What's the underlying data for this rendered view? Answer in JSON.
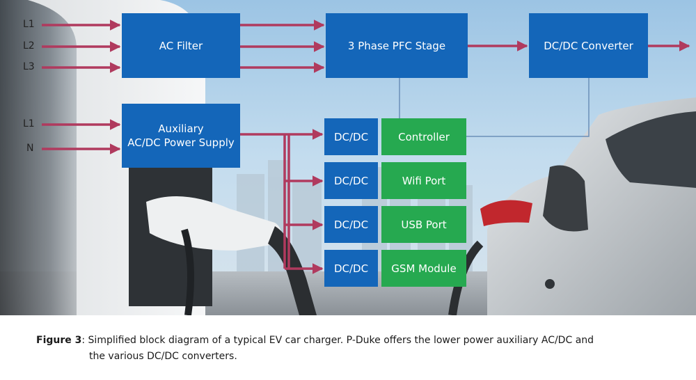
{
  "colors": {
    "block_blue": "#1466b9",
    "block_green": "#26a950",
    "wire": "#b03a5e",
    "thin_wire": "#6b8fb8"
  },
  "inputs": {
    "l1_top": "L1",
    "l2": "L2",
    "l3": "L3",
    "l1_aux": "L1",
    "n": "N"
  },
  "blocks": {
    "ac_filter": "AC Filter",
    "pfc": "3 Phase PFC Stage",
    "dcdc_converter": "DC/DC Converter",
    "aux_line1": "Auxiliary",
    "aux_line2": "AC/DC Power Supply",
    "controller": "Controller",
    "wifi": "Wifi Port",
    "usb": "USB Port",
    "gsm": "GSM Module",
    "dcdc_small": [
      "DC/DC",
      "DC/DC",
      "DC/DC",
      "DC/DC"
    ]
  },
  "caption": {
    "figure": "Figure 3",
    "text_line1": ": Simplified block diagram of a typical EV car charger. P-Duke offers the lower power auxiliary AC/DC and",
    "text_line2": "the various DC/DC converters."
  }
}
